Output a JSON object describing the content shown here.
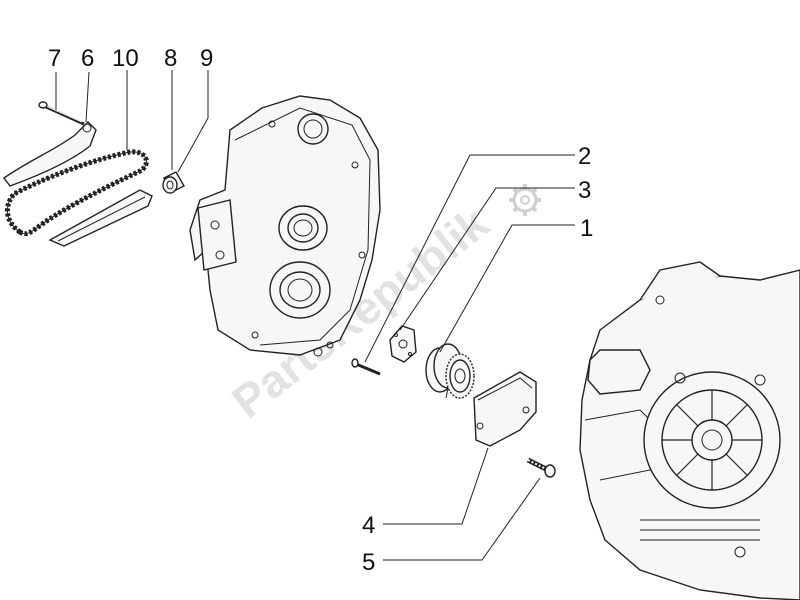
{
  "watermark": {
    "text": "PartsRepublik"
  },
  "callouts": {
    "c7": "7",
    "c6": "6",
    "c10": "10",
    "c8": "8",
    "c9": "9",
    "c2": "2",
    "c3": "3",
    "c1": "1",
    "c4": "4",
    "c5": "5"
  },
  "icons": {
    "watermark_gear": "gear-icon"
  },
  "colors": {
    "line": "#222222",
    "watermark": "#d9d9d9",
    "background": "#ffffff"
  }
}
